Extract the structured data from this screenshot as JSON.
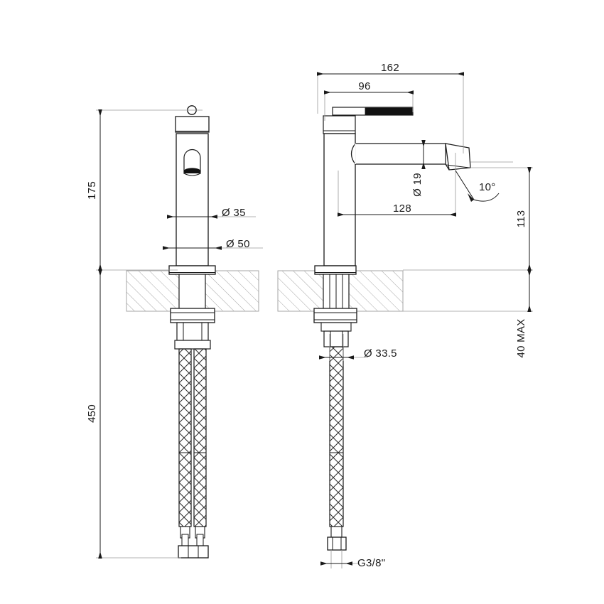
{
  "drawing": {
    "title": "Basin mixer tap dimensional drawing",
    "units": "mm",
    "line_color": "#1a1a1a",
    "hatch_color": "#8c8c8c",
    "thin_color": "#9a9a9a",
    "accent_dark": "#111111",
    "views": [
      {
        "name": "front-view",
        "label": ""
      },
      {
        "name": "side-view",
        "label": ""
      }
    ]
  },
  "dimensions": {
    "height_above_deck": "175",
    "hose_length": "450",
    "spout_total_reach": "162",
    "handle_length": "96",
    "spout_reach": "128",
    "spout_outlet_dia": "Ø 19",
    "body_dia": "Ø 35",
    "base_dia": "Ø 50",
    "shank_dia": "Ø 33.5",
    "spout_height": "113",
    "deck_thickness": "40 MAX",
    "outlet_angle": "10°",
    "hose_thread": "G3/8\""
  }
}
